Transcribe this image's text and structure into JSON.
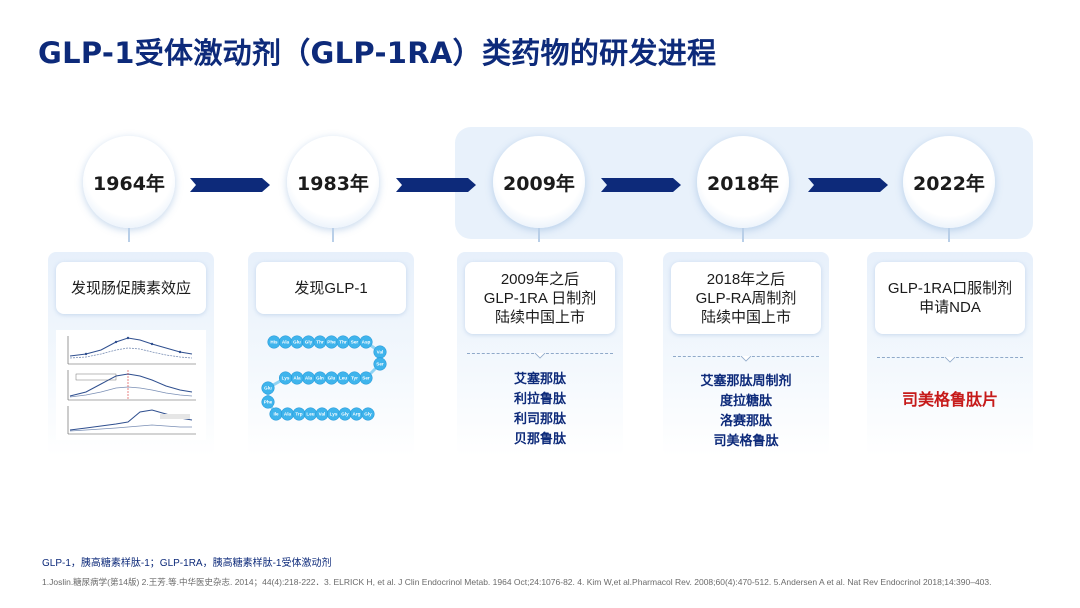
{
  "title": "GLP-1受体激动剂（GLP-1RA）类药物的研发进程",
  "milestones": [
    {
      "year": "1964年",
      "text": "发现肠促胰素效应"
    },
    {
      "year": "1983年",
      "text": "发现GLP-1"
    },
    {
      "year": "2009年",
      "text": "2009年之后\nGLP-1RA 日制剂\n陆续中国上市",
      "drugs": [
        "艾塞那肽",
        "利拉鲁肽",
        "利司那肽",
        "贝那鲁肽"
      ]
    },
    {
      "year": "2018年",
      "text": "2018年之后\nGLP-RA周制剂\n陆续中国上市",
      "drugs": [
        "艾塞那肽周制剂",
        "度拉糖肽",
        "洛赛那肽",
        "司美格鲁肽"
      ]
    },
    {
      "year": "2022年",
      "text": "GLP-1RA口服制剂\n申请NDA",
      "highlight_drug": "司美格鲁肽片"
    }
  ],
  "peptide_residues": {
    "row1": [
      "His",
      "Ala",
      "Glu",
      "Gly",
      "Thr",
      "Phe",
      "Thr",
      "Ser",
      "Asp"
    ],
    "turn1": [
      "Val",
      "Ser"
    ],
    "row2": [
      "Ser",
      "Tyr",
      "Leu",
      "Glu",
      "Gln",
      "Ala",
      "Ala",
      "Lys"
    ],
    "turn2": [
      "Glu",
      "Phe"
    ],
    "row3": [
      "Ile",
      "Ala",
      "Trp",
      "Leu",
      "Val",
      "Lys",
      "Gly",
      "Arg",
      "Gly"
    ]
  },
  "footnote_abbrev": "GLP-1，胰高糖素样肽-1；GLP-1RA，胰高糖素样肽-1受体激动剂",
  "footnote_refs": "1.Joslin.糖尿病学(第14版) 2.王芳.等.中华医史杂志. 2014；44(4):218-222．3. ELRICK H,  et al. J Clin Endocrinol Metab. 1964 Oct;24:1076-82.  4. Kim W,et al.Pharmacol Rev. 2008;60(4):470-512.  5.Andersen A et al. Nat Rev Endocrinol 2018;14:390–403.",
  "colors": {
    "title": "#0d2a7a",
    "arrow": "#0d2a7a",
    "drug": "#0d2a7a",
    "highlight": "#c61a1a",
    "band": "#e8f1fb"
  }
}
